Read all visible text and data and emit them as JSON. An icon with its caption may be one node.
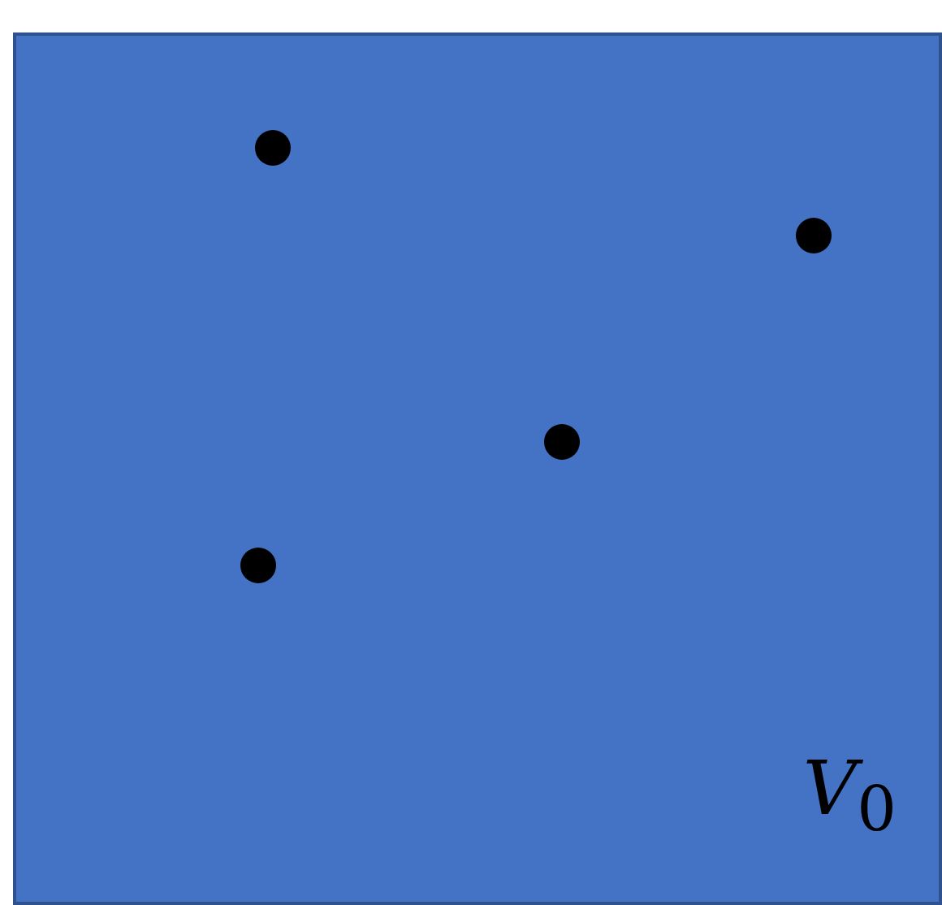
{
  "diagram": {
    "nodes": [
      {
        "text": [
          "*V*$_{0}$"
        ]
      },
      {
        "text": [],
        "shape": "circle",
        "in": 0
      },
      {
        "text": [],
        "shape": "circle",
        "in": 0
      },
      {
        "text": [],
        "shape": "circle",
        "in": 0
      },
      {
        "text": [],
        "shape": "circle",
        "in": 0
      }
    ]
  }
}
